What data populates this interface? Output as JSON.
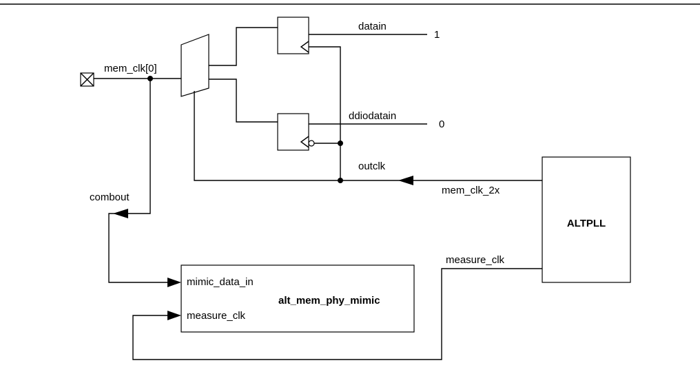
{
  "diagram": {
    "labels": {
      "datain": "datain",
      "datain_value": "1",
      "ddiodatain": "ddiodatain",
      "ddiodatain_value": "0",
      "mem_clk": "mem_clk[0]",
      "outclk": "outclk",
      "mem_clk_2x": "mem_clk_2x",
      "combout": "combout",
      "measure_clk_out": "measure_clk",
      "pll_name": "ALTPLL",
      "mimic_name": "alt_mem_phy_mimic",
      "mimic_data_in": "mimic_data_in",
      "mimic_measure_clk": "measure_clk"
    }
  }
}
